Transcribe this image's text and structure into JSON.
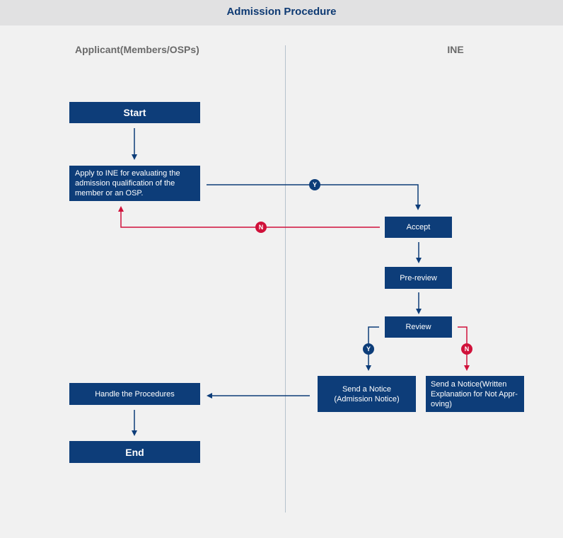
{
  "header": {
    "title": "Admission Procedure"
  },
  "lanes": {
    "applicant": "Applicant(Members/OSPs)",
    "ine": "INE"
  },
  "nodes": {
    "start": "Start",
    "apply": "Apply to INE for evaluating the admission qualification of the member or an OSP.",
    "accept": "Accept",
    "prereview": "Pre-review",
    "review": "Review",
    "send_notice": "Send a Notice (Admission Notice)",
    "send_notice_written": "Send a Notice(Written Explanation for Not Appr-oving)",
    "handle": "Handle the Procedures",
    "end": "End"
  },
  "decisions": {
    "yes": "Y",
    "no": "N"
  },
  "colors": {
    "box": "#0d3d79",
    "no_path": "#d0113a",
    "header_text": "#0e3a73",
    "background": "#f1f1f1"
  }
}
